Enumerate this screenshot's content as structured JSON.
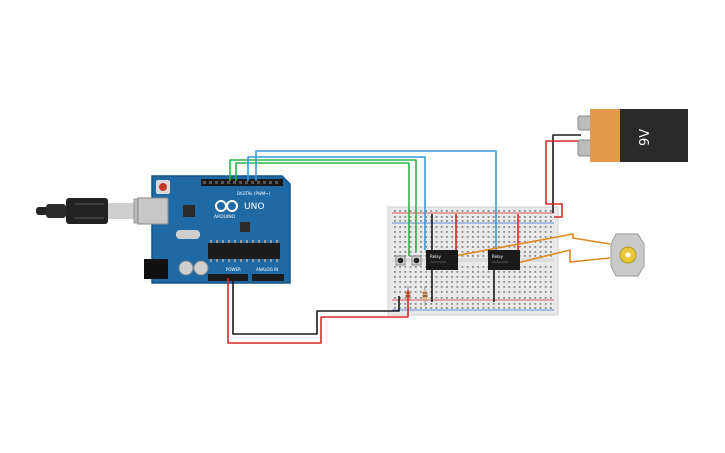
{
  "arduino": {
    "brand_text": "ARDUINO",
    "model_text": "UNO",
    "digital_header_text": "DIGITAL (PWM~)",
    "power_header_text": "POWER",
    "analog_header_text": "ANALOG IN"
  },
  "battery": {
    "voltage_label": "9V"
  },
  "relays": {
    "relay_1_label": "Relay",
    "relay_2_label": "Relay"
  },
  "colors": {
    "arduino_blue": "#1f6aa5",
    "wire_green": "#2db34a",
    "wire_blue": "#3a9ad9",
    "wire_red": "#d62a2a",
    "wire_black": "#1a1a1a",
    "wire_orange": "#e08a1e",
    "battery_orange": "#e39a4a",
    "battery_black": "#2a2a2a",
    "breadboard": "#e9e9e9"
  }
}
